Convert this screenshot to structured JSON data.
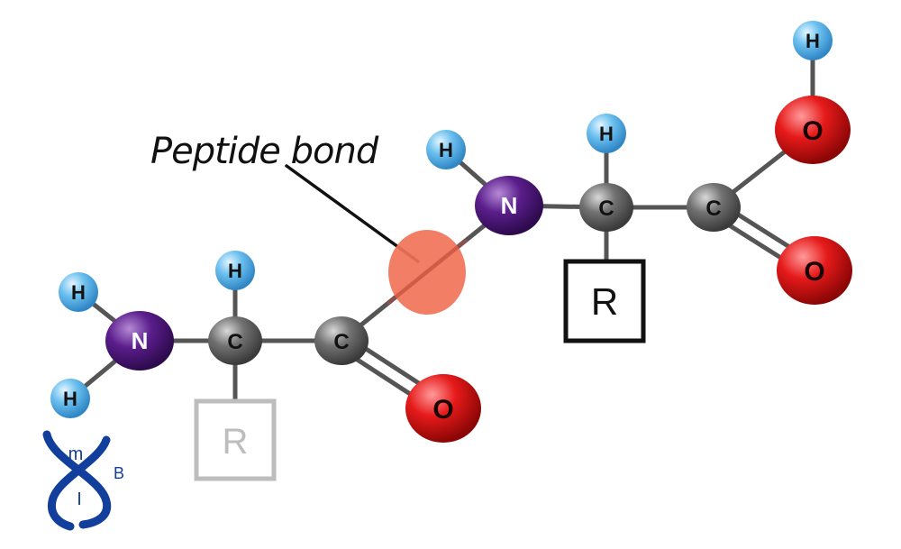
{
  "diagram": {
    "annotation": "Peptide bond",
    "atoms": {
      "h_n1_top": "H",
      "h_n1_bottom": "H",
      "n1": "N",
      "c_alpha1": "C",
      "h_c_alpha1": "H",
      "c_carbonyl1": "C",
      "o_carbonyl1": "O",
      "h_n2": "H",
      "n2": "N",
      "c_alpha2": "C",
      "h_c_alpha2": "H",
      "c_carboxyl": "C",
      "o_hydroxyl": "O",
      "h_hydroxyl": "H",
      "o_carbonyl2": "O"
    },
    "side_chains": {
      "r1": "R",
      "r2": "R"
    },
    "logo": {
      "letters": [
        "m",
        "B",
        "I"
      ]
    },
    "colors": {
      "hydrogen": "#5fb6ea",
      "nitrogen": "#5b1e8c",
      "carbon": "#6f6f6f",
      "oxygen": "#e01818",
      "peptide_highlight": "#f07358",
      "bond": "#555555",
      "logo": "#123f9c"
    }
  }
}
